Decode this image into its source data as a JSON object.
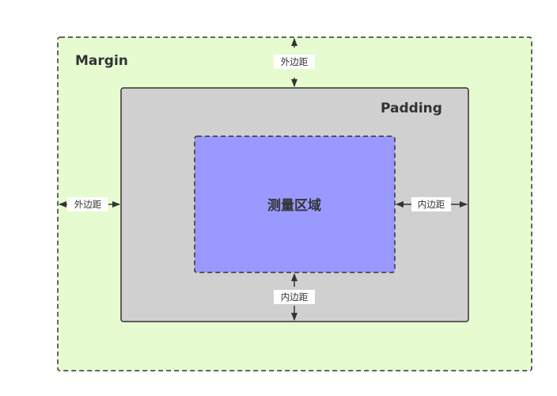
{
  "margin_box": {
    "label": "Margin",
    "fill": "#e6fcd0",
    "stroke": "#333333"
  },
  "padding_box": {
    "label": "Padding",
    "fill": "#d0d0d0",
    "stroke": "#333333"
  },
  "content_box": {
    "label": "测量区域",
    "fill": "#9999ff",
    "stroke": "#333333"
  },
  "arrows": {
    "margin_top": "外边距",
    "margin_left": "外边距",
    "padding_right": "内边距",
    "padding_bottom": "内边距"
  }
}
